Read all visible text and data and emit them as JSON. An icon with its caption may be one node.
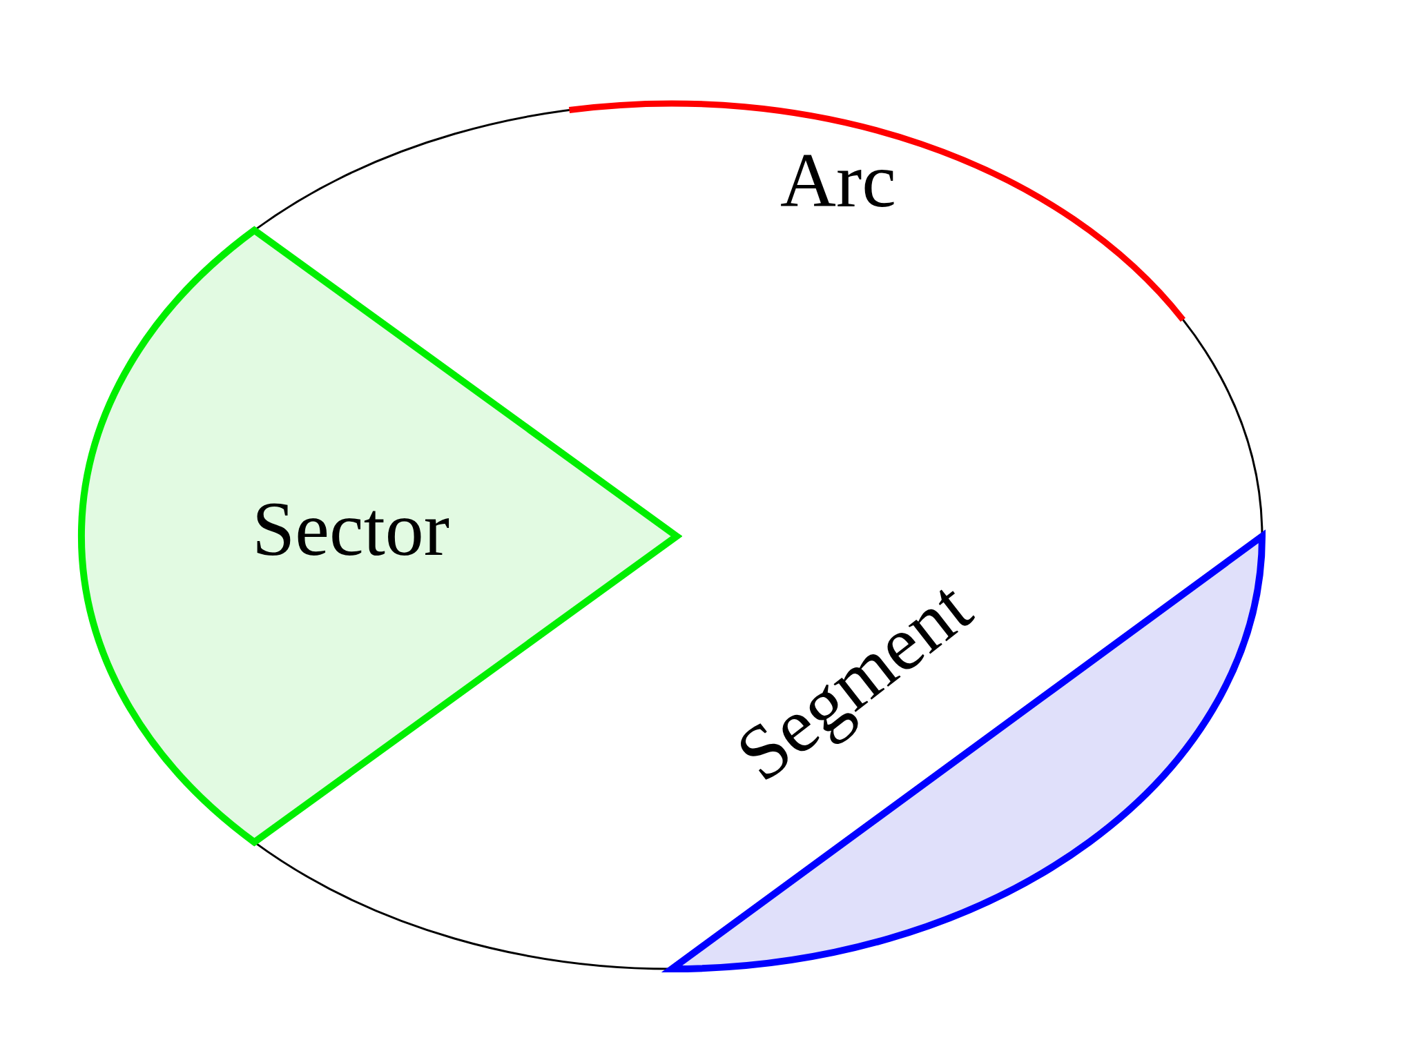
{
  "diagram": {
    "nodes": [
      {
        "text": [
          "Sector"
        ]
      }
    ],
    "labels": [
      "Arc",
      "Segment"
    ]
  }
}
